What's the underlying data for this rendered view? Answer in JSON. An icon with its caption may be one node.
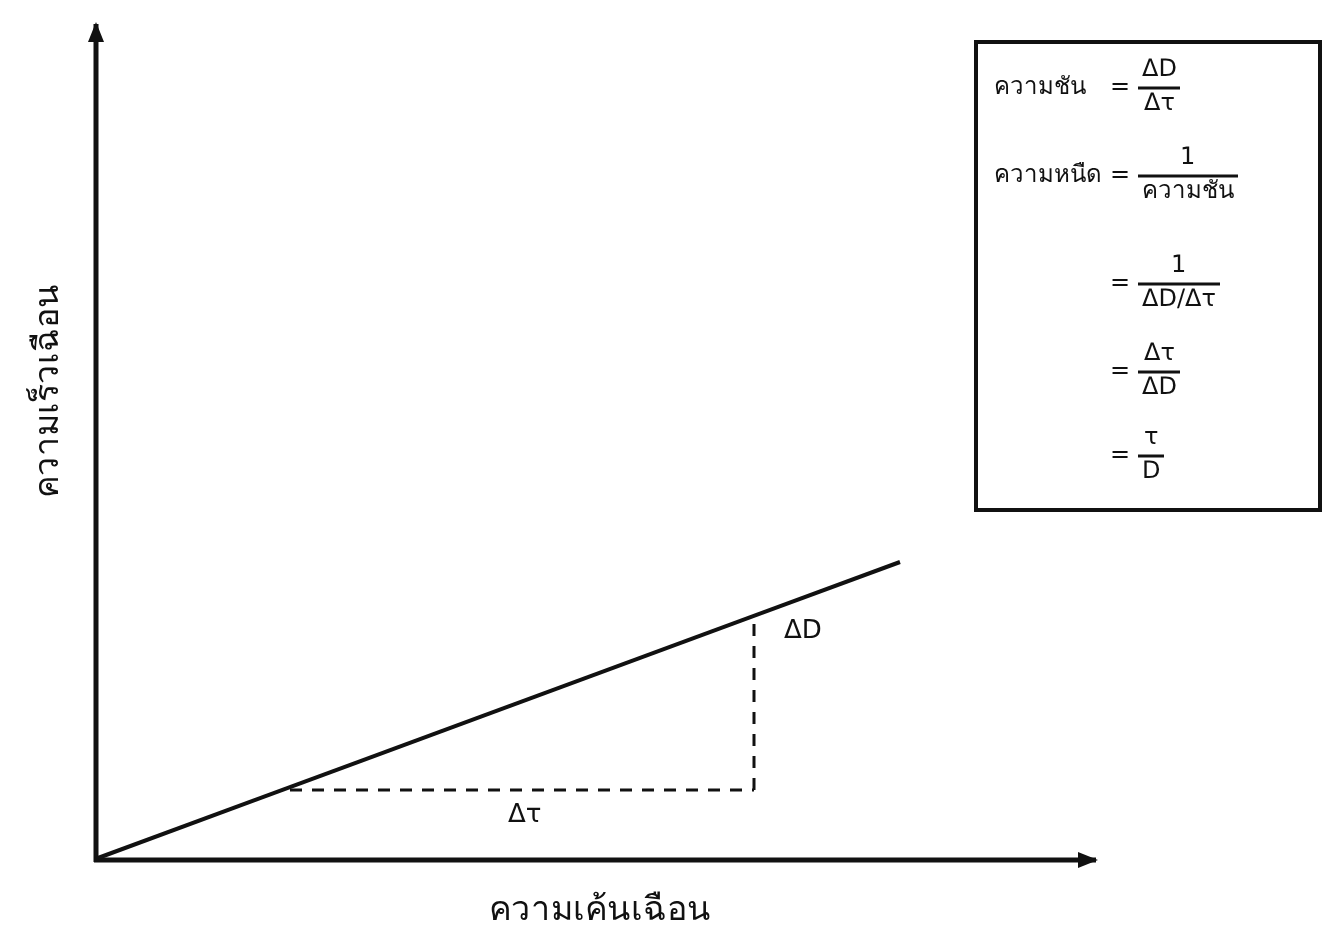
{
  "diagram": {
    "nodes": [
      {
        "text": [
          "ความชัน",
          "=",
          "ΔD",
          "Δτ",
          "ความหนืด",
          "=",
          "1",
          "ความชัน",
          "=",
          "1",
          "ΔD/Δτ",
          "=",
          "Δτ",
          "ΔD",
          "=",
          "τ",
          "D"
        ]
      }
    ],
    "labels": [
      "ความเร็วเฉือน",
      "ΔD",
      "Δτ",
      "ความเค้นเฉือน"
    ]
  }
}
